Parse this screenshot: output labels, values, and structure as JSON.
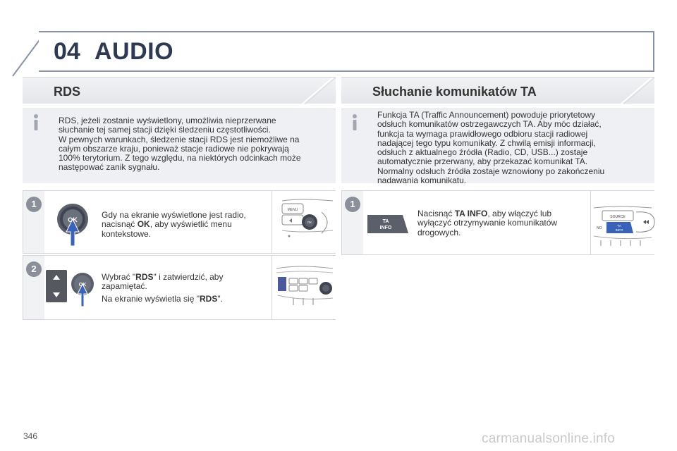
{
  "header": {
    "chapter_number": "04",
    "chapter_title": "AUDIO"
  },
  "left": {
    "section_title": "RDS",
    "info": [
      "RDS, jeżeli zostanie wyświetlony, umożliwia nieprzerwane",
      "słuchanie tej samej stacji dzięki śledzeniu częstotliwości.",
      "W pewnych warunkach, śledzenie stacji RDS jest niemożliwe na",
      "całym obszarze kraju, ponieważ stacje radiowe nie pokrywają",
      "100% terytorium. Z tego względu, na niektórych odcinkach może",
      "następować zanik sygnału."
    ],
    "step1": {
      "number": "1",
      "pre": "Gdy na ekranie wyświetlone jest radio,",
      "line2_pre": "nacisnąć ",
      "ok": "OK",
      "line2_post": ", aby wyświetlić menu",
      "line3": "kontekstowe.",
      "button_label": "OK",
      "panel_labels": {
        "menu": "MENU",
        "ok": "OK"
      }
    },
    "step2": {
      "number": "2",
      "l1_pre": "Wybrać \"",
      "rds1": "RDS",
      "l1_post": "\" i zatwierdzić, aby",
      "l2": "zapamiętać.",
      "l3_pre": "Na ekranie wyświetla się \"",
      "rds2": "RDS",
      "l3_post": "\".",
      "button_label": "OK"
    }
  },
  "right": {
    "section_title": "Słuchanie komunikatów TA",
    "info": [
      "Funkcja TA (Traffic Announcement) powoduje priorytetowy",
      "odsłuch komunikatów ostrzegawczych TA. Aby móc działać,",
      "funkcja ta wymaga prawidłowego odbioru stacji radiowej",
      "nadającej tego typu komunikaty. Z chwilą emisji informacji,",
      "odsłuch z aktualnego źródła (Radio, CD, USB...) zostaje",
      "automatycznie przerwany, aby przekazać komunikat TA.",
      "Normalny odsłuch źródła zostaje wznowiony po zakończeniu",
      "nadawania komunikatu."
    ],
    "step1": {
      "number": "1",
      "l1_pre": "Nacisnąć ",
      "ta_info": "TA INFO",
      "l1_post": ", aby włączyć lub",
      "l2": "wyłączyć otrzymywanie komunikatów",
      "l3": "drogowych.",
      "button_label_top": "TA",
      "button_label_bottom": "INFO",
      "panel_labels": {
        "source": "SOURCE",
        "ta": "TA",
        "info": "INFO",
        "no": "NO"
      }
    }
  },
  "footer": {
    "page_number": "346",
    "watermark": "carmanualsonline.info"
  }
}
